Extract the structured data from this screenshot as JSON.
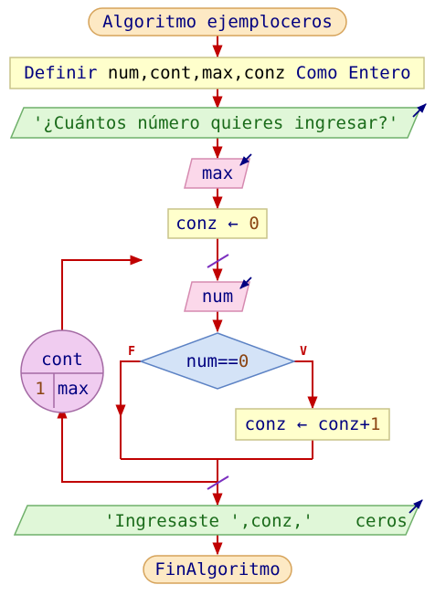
{
  "diagram": {
    "start": "Algoritmo ejemploceros",
    "define": {
      "keyword": "Definir",
      "vars": " num,cont,max,conz ",
      "type_kw": "Como Entero"
    },
    "prompt": "'¿Cuántos número quieres ingresar?'",
    "read_max": "max",
    "assign_conz": {
      "var": "conz",
      "arrow": "←",
      "value": "0"
    },
    "read_num": "num",
    "condition": {
      "left": "num",
      "op": "==",
      "right": "0"
    },
    "false_label": "F",
    "true_label": "V",
    "increment": {
      "var": "conz",
      "arrow": "←",
      "expr": "conz+",
      "value": "1"
    },
    "loop": {
      "var": "cont",
      "from": "1",
      "to": "max"
    },
    "output": "'Ingresaste ',conz,'    ceros    '",
    "end": "FinAlgoritmo",
    "colors": {
      "line": "#c00000",
      "terminal_fill": "#fde9c4",
      "terminal_stroke": "#d6a35a",
      "process_fill": "#ffffcc",
      "process_stroke": "#c9c48a",
      "io_out_fill": "#e0f7d8",
      "io_out_stroke": "#6fb06a",
      "io_in_fill": "#fbd8ea",
      "io_in_stroke": "#d68ab0",
      "decision_fill": "#d4e3f7",
      "decision_stroke": "#5c82c4",
      "loop_fill": "#f0ccf0",
      "loop_stroke": "#a46aa4",
      "text": "#000080",
      "number": "#8b4513",
      "io_arrow": "#000080",
      "marker": "#7b2fbf"
    }
  }
}
